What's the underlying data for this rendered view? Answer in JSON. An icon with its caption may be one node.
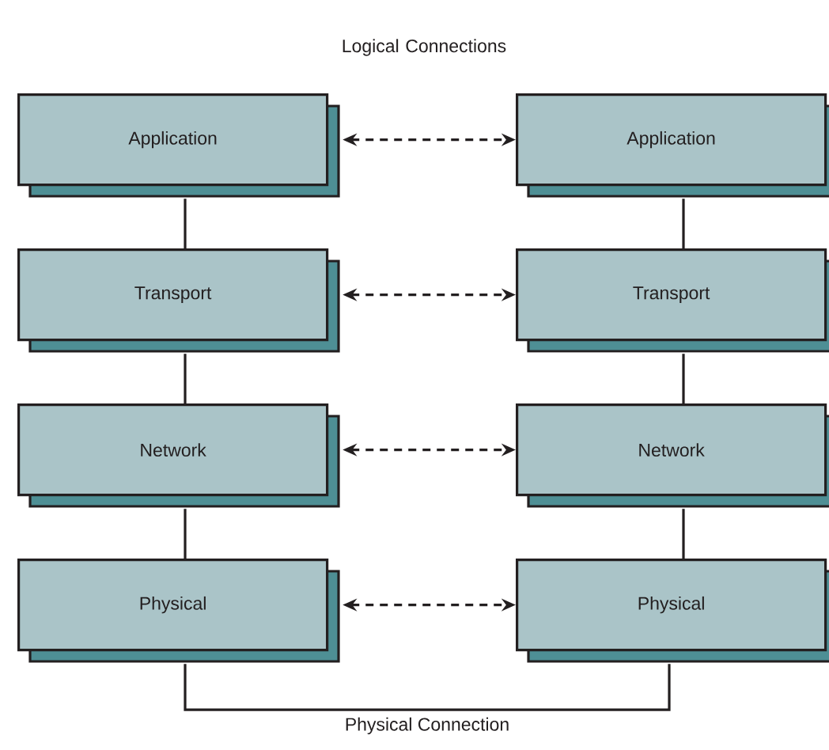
{
  "diagram": {
    "nodes": [
      {
        "text": [
          "Application"
        ]
      },
      {
        "text": [
          "Transport"
        ]
      },
      {
        "text": [
          "Network"
        ]
      },
      {
        "text": [
          "Physical"
        ]
      },
      {
        "text": [
          "Application"
        ]
      },
      {
        "text": [
          "Transport"
        ]
      },
      {
        "text": [
          "Network"
        ]
      },
      {
        "text": [
          "Physical"
        ]
      }
    ],
    "edges": [
      {
        "from": 0,
        "to": 1,
        "arrow": "none"
      },
      {
        "from": 1,
        "to": 2,
        "arrow": "none"
      },
      {
        "from": 2,
        "to": 3,
        "arrow": "none"
      },
      {
        "from": 4,
        "to": 5,
        "arrow": "none"
      },
      {
        "from": 5,
        "to": 6,
        "arrow": "none"
      },
      {
        "from": 6,
        "to": 7,
        "arrow": "none"
      },
      {
        "from": 0,
        "to": 4,
        "arrow": "both",
        "style": "dashed"
      },
      {
        "from": 1,
        "to": 5,
        "arrow": "both",
        "style": "dashed"
      },
      {
        "from": 2,
        "to": 6,
        "arrow": "both",
        "style": "dashed"
      },
      {
        "from": 3,
        "to": 7,
        "arrow": "both",
        "style": "dashed"
      },
      {
        "from": 3,
        "to": 7,
        "arrow": "none",
        "label": "Physical Connection"
      }
    ],
    "labels": [
      "Logical Connections"
    ]
  }
}
